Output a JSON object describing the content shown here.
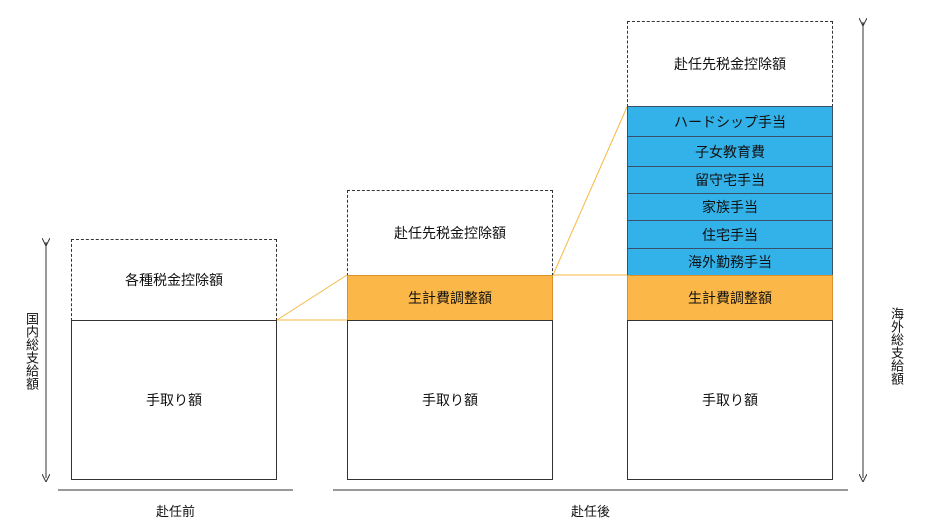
{
  "before": {
    "deduction": "各種税金控除額",
    "takehome": "手取り額",
    "caption": "赴任前"
  },
  "after_mid": {
    "deduction": "赴任先税金控除額",
    "adjustment": "生計費調整額",
    "takehome": "手取り額"
  },
  "after_right": {
    "deduction": "赴任先税金控除額",
    "allowances": [
      "ハードシップ手当",
      "子女教育費",
      "留守宅手当",
      "家族手当",
      "住宅手当",
      "海外勤務手当"
    ],
    "adjustment": "生計費調整額",
    "takehome": "手取り額"
  },
  "after_caption": "赴任後",
  "left_axis": "国内総支給額",
  "right_axis": "海外総支給額",
  "colors": {
    "orange": "#fbb848",
    "blue": "#33b2ea",
    "connector": "#f5b942"
  }
}
